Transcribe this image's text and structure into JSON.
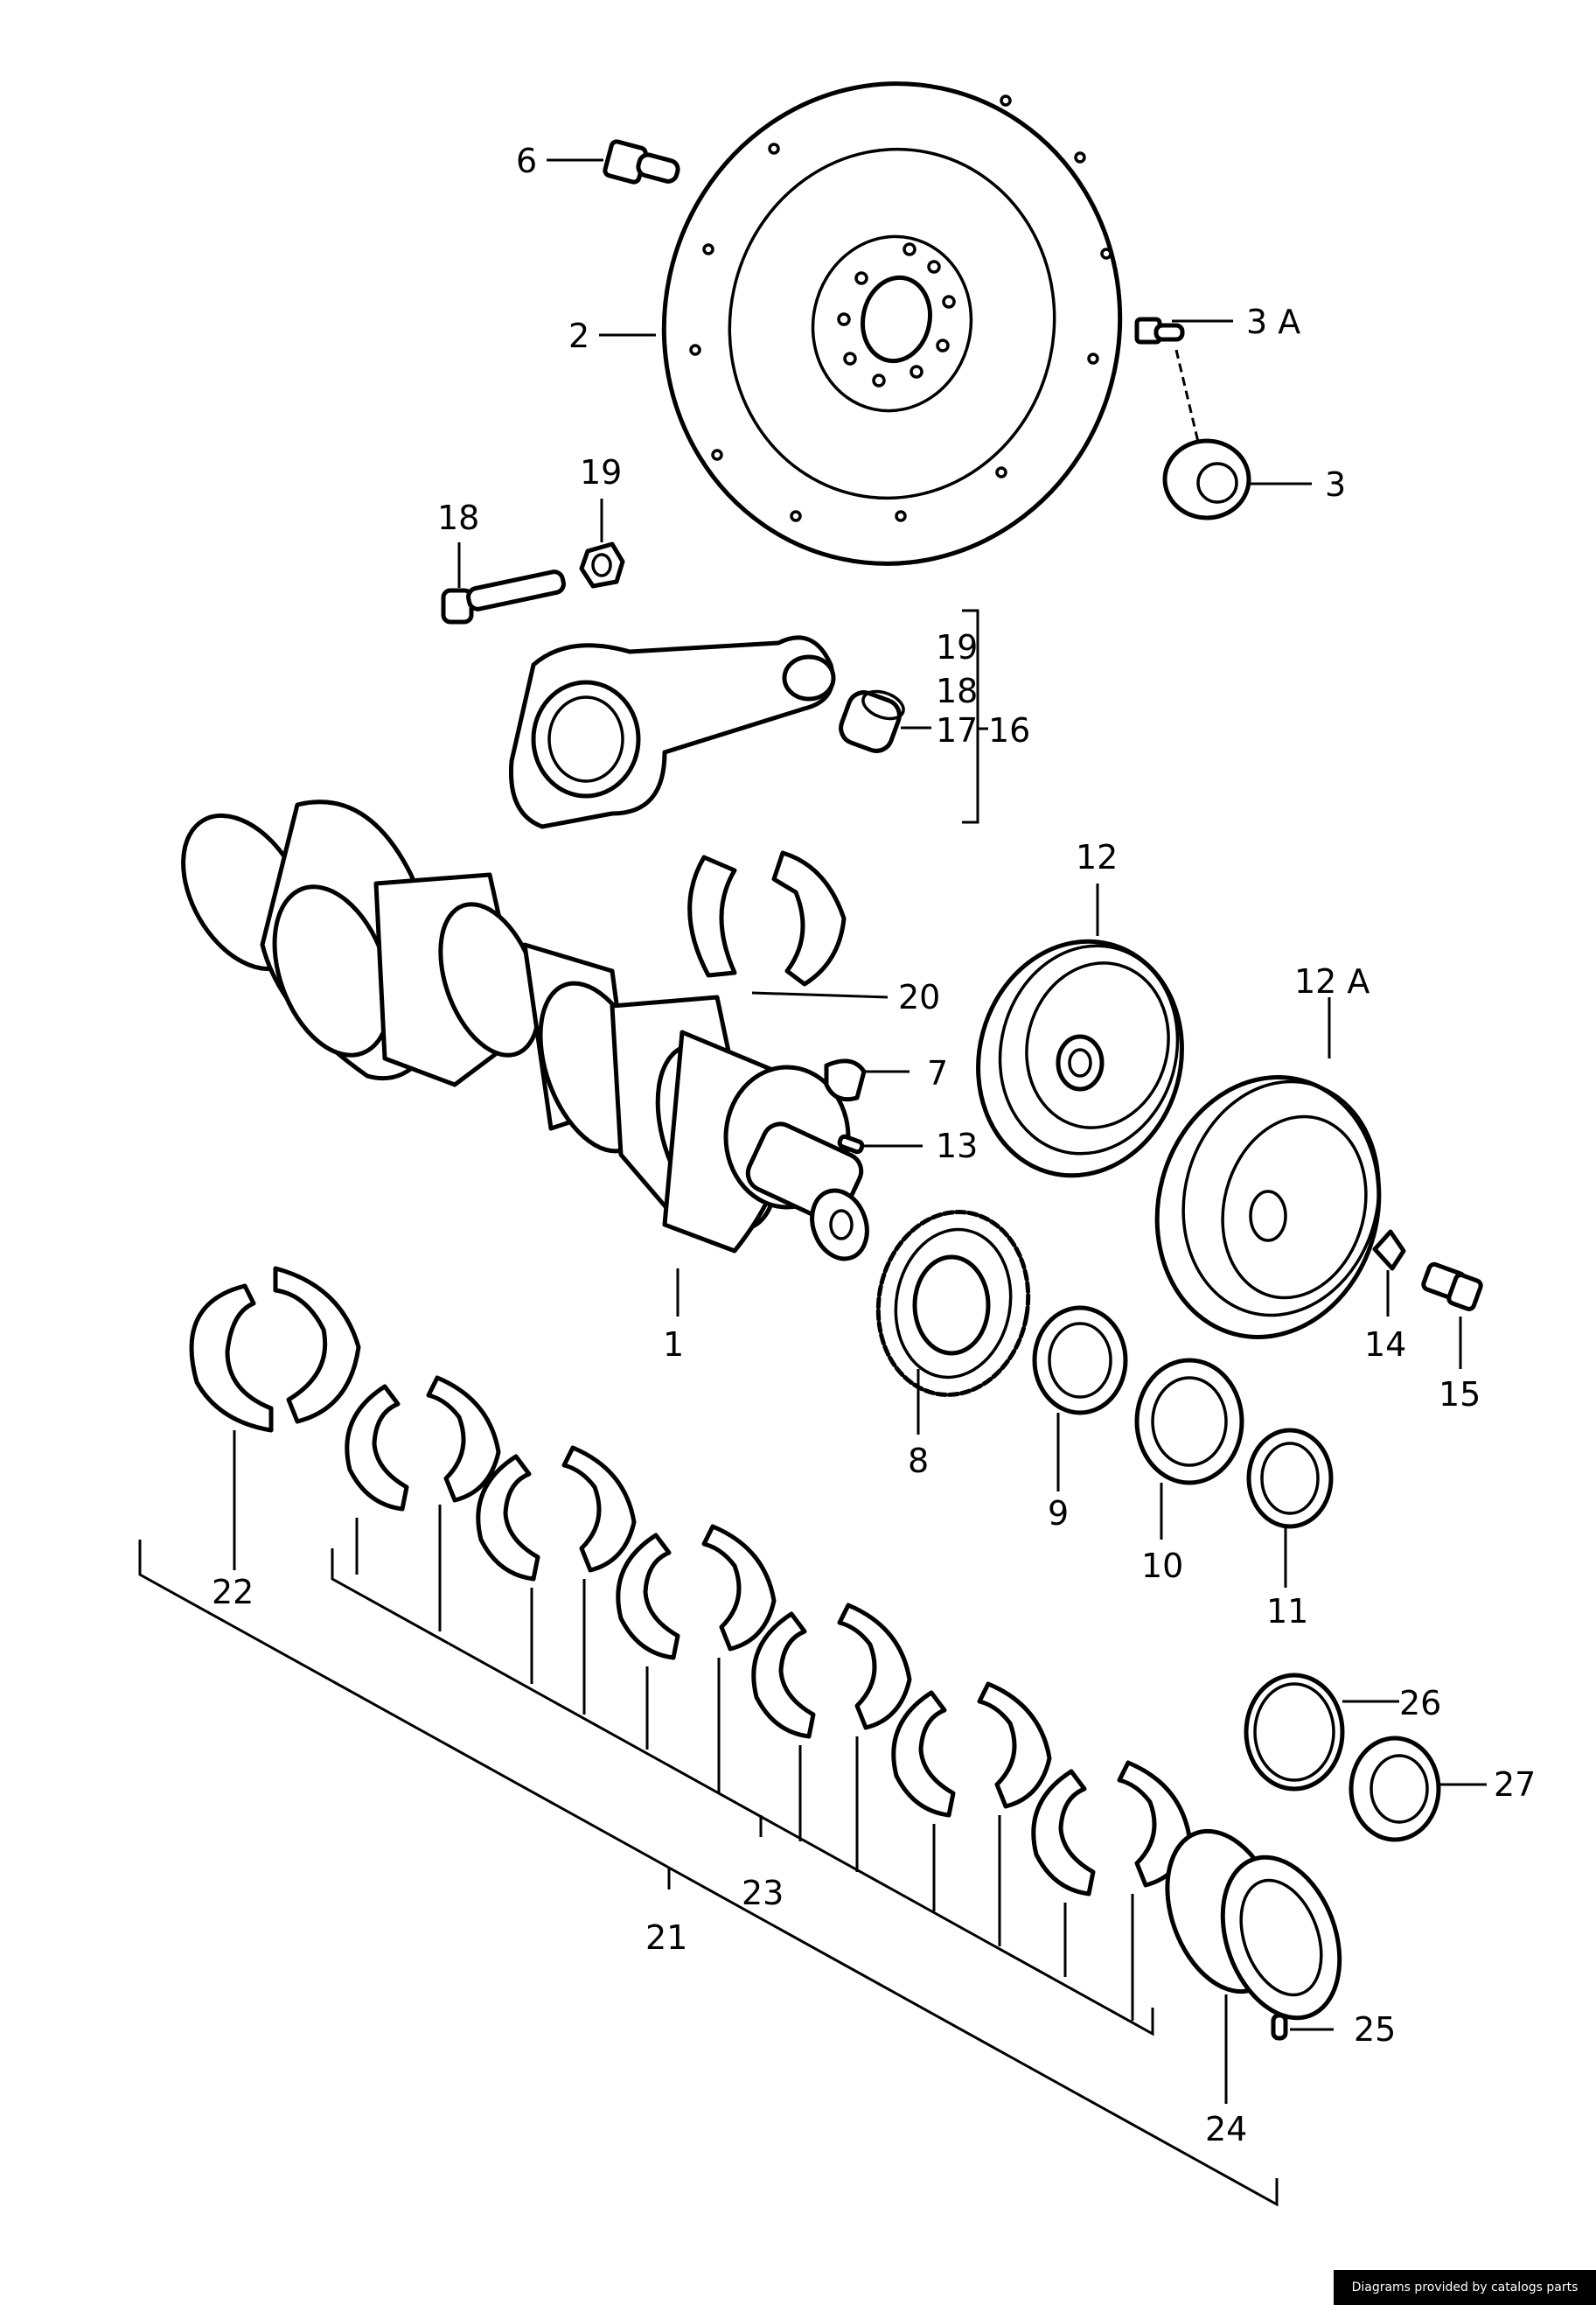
{
  "labels": {
    "p1": "1",
    "p2": "2",
    "p3": "3",
    "p3a": "3 A",
    "p6": "6",
    "p7": "7",
    "p8": "8",
    "p9": "9",
    "p10": "10",
    "p11": "11",
    "p12": "12",
    "p12a": "12 A",
    "p13": "13",
    "p14": "14",
    "p15": "15",
    "p16": "16",
    "p17": "17",
    "p18": "18",
    "p18b": "18",
    "p19": "19",
    "p19b": "19",
    "p20": "20",
    "p21": "21",
    "p22": "22",
    "p23": "23",
    "p24": "24",
    "p25": "25",
    "p26": "26",
    "p27": "27"
  },
  "credit": "Diagrams provided by catalogs parts"
}
